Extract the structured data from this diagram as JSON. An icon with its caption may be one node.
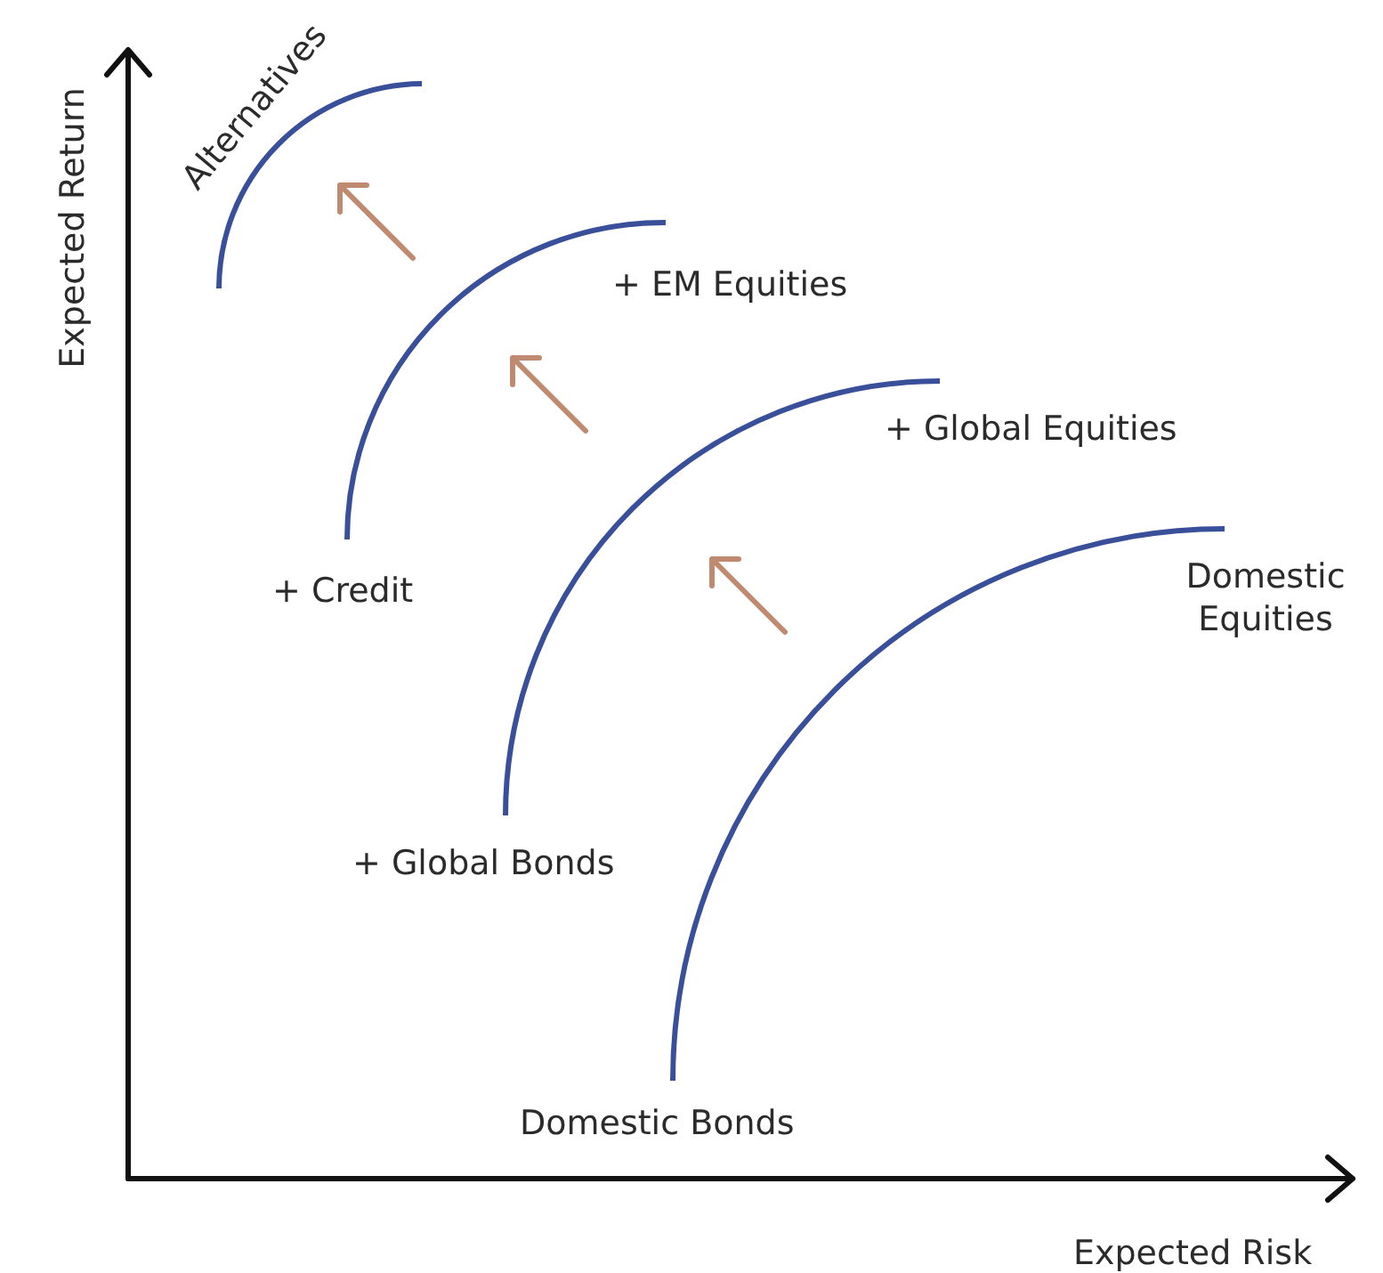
{
  "diagram": {
    "labels": [
      "Alternatives",
      "Expected Return",
      "+ EM Equities",
      "+ Global Equities",
      "+ Credit",
      "Domestic Equities",
      "+ Global Bonds",
      "Domestic Bonds",
      "Expected Risk"
    ]
  }
}
